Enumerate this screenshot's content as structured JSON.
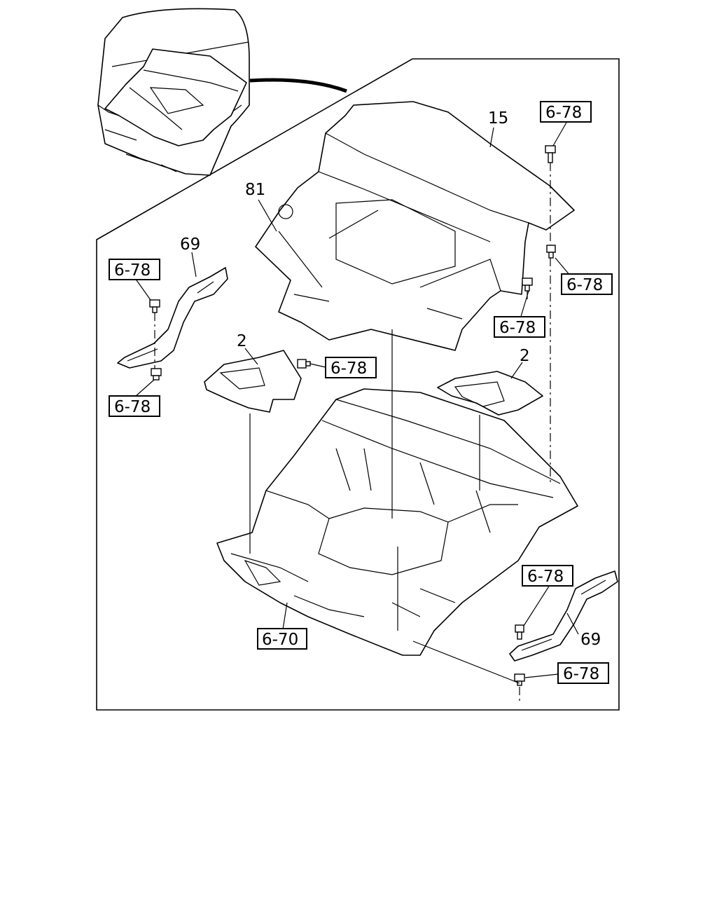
{
  "callouts": {
    "part_15": "15",
    "part_81": "81",
    "part_69_left": "69",
    "part_69_right": "69",
    "part_2_left": "2",
    "part_2_right": "2"
  },
  "references": {
    "ref_top_right": "6-78",
    "ref_mid_right": "6-78",
    "ref_center_right": "6-78",
    "ref_left_upper": "6-78",
    "ref_left_lower": "6-78",
    "ref_center": "6-78",
    "ref_floor": "6-70",
    "ref_bottom_right_upper": "6-78",
    "ref_bottom_right_lower": "6-78"
  }
}
